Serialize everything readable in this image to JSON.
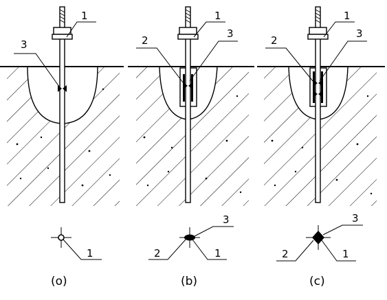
{
  "panels": [
    {
      "id": "a",
      "caption": "(o)",
      "section_labels": {
        "nut": "1",
        "weld": "3"
      },
      "detail_labels": {
        "rod": "1"
      }
    },
    {
      "id": "b",
      "caption": "(b)",
      "section_labels": {
        "nut": "1",
        "sleeve": "2",
        "weld": "3"
      },
      "detail_labels": {
        "sleeve": "2",
        "rod": "1",
        "weld": "3"
      }
    },
    {
      "id": "c",
      "caption": "(c)",
      "section_labels": {
        "nut": "1",
        "sleeve": "2",
        "weld": "3"
      },
      "detail_labels": {
        "sleeve": "2",
        "rod": "1",
        "weld": "3"
      }
    }
  ],
  "colors": {
    "line": "#000000",
    "background": "#ffffff"
  }
}
